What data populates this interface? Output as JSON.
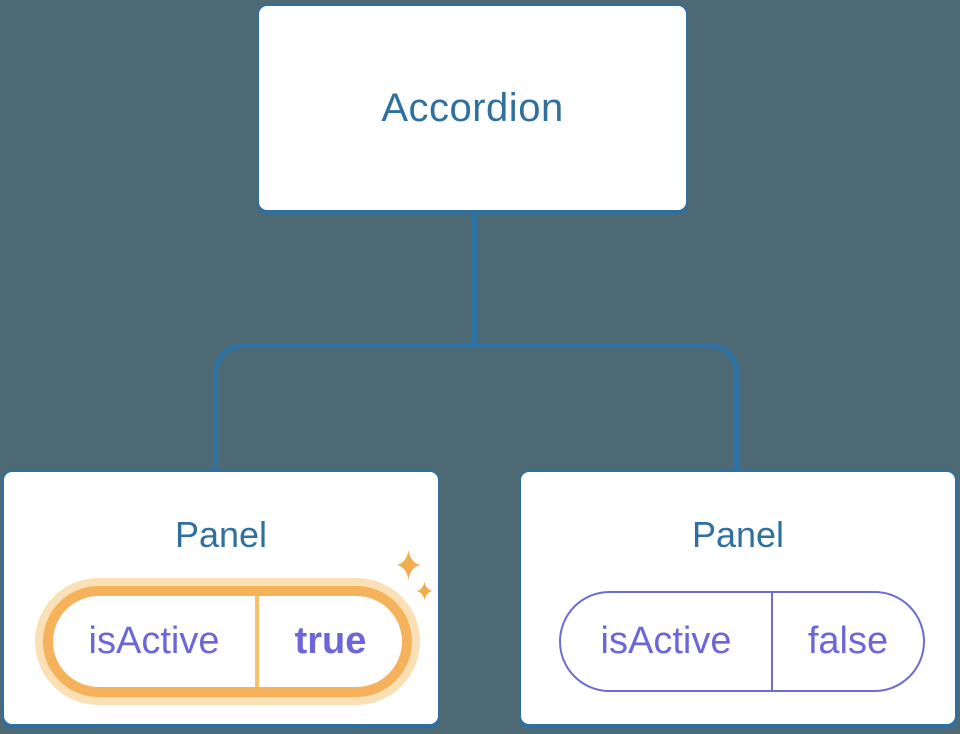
{
  "diagram": {
    "root": {
      "label": "Accordion"
    },
    "panels": [
      {
        "title": "Panel",
        "state_key": "isActive",
        "state_value": "true",
        "highlighted": true
      },
      {
        "title": "Panel",
        "state_key": "isActive",
        "state_value": "false",
        "highlighted": false
      }
    ]
  },
  "colors": {
    "background": "#4d6974",
    "node_fill": "#ffffff",
    "node_border": "#2e6f9e",
    "connector": "#2d72a4",
    "heading_text": "#30709f",
    "state_text": "#6c66d8",
    "active_ring": "#f5b25b",
    "active_glow": "#fae0b4",
    "active_divider": "#f8c06a",
    "inactive_border": "#716cd3",
    "sparkle": "#f2ae4e"
  }
}
